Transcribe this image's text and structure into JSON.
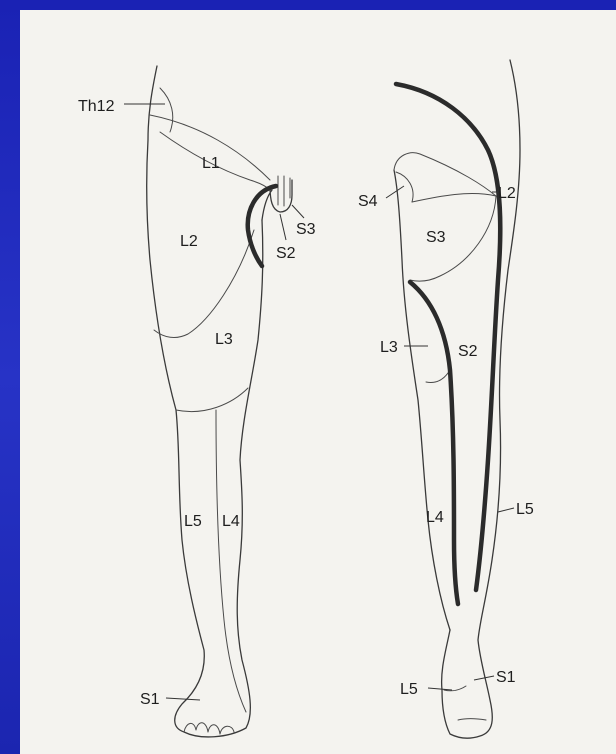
{
  "labels": {
    "front": {
      "th12": "Th12",
      "l1": "L1",
      "l2": "L2",
      "s3": "S3",
      "s2": "S2",
      "l3": "L3",
      "l5": "L5",
      "l4": "L4",
      "s1": "S1"
    },
    "back": {
      "s4": "S4",
      "l2": "L2",
      "s3": "S3",
      "l3": "L3",
      "s2": "S2",
      "l4": "L4",
      "l5": "L5",
      "l5_foot": "L5",
      "s1": "S1"
    }
  },
  "colors": {
    "background": "#1c26b8",
    "paper": "#f4f3ef",
    "line": "#3a3a3a"
  }
}
